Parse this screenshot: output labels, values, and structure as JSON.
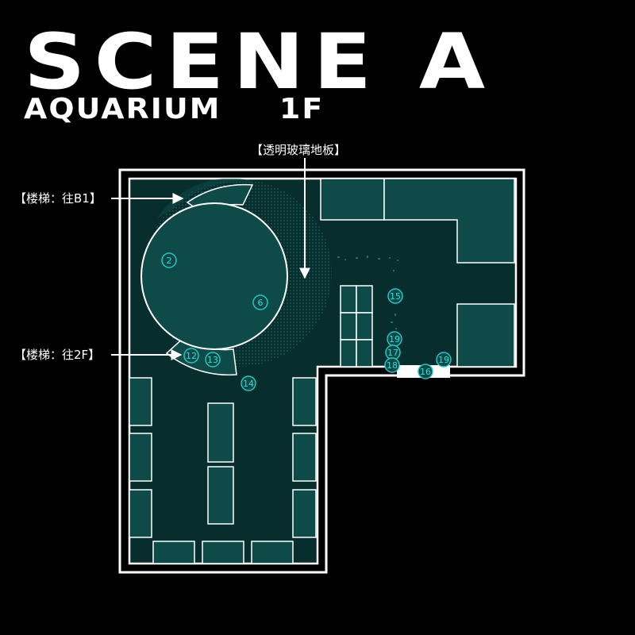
{
  "header": {
    "title": "SCENE A",
    "venue": "AQUARIUM",
    "floor": "1F"
  },
  "labels": {
    "glass_floor": "【透明玻璃地板】",
    "stairs_b1": "【楼梯：往B1】",
    "stairs_2f": "【楼梯：往2F】"
  },
  "markers": [
    {
      "id": "2"
    },
    {
      "id": "6"
    },
    {
      "id": "12"
    },
    {
      "id": "13"
    },
    {
      "id": "14"
    },
    {
      "id": "15"
    },
    {
      "id": "19"
    },
    {
      "id": "17"
    },
    {
      "id": "18"
    },
    {
      "id": "16"
    },
    {
      "id": "19"
    }
  ],
  "colors": {
    "background": "#000000",
    "floor": "#072d2c",
    "tank": "#0e4a48",
    "marker_stroke": "#23c7c4",
    "wall": "#ffffff"
  }
}
